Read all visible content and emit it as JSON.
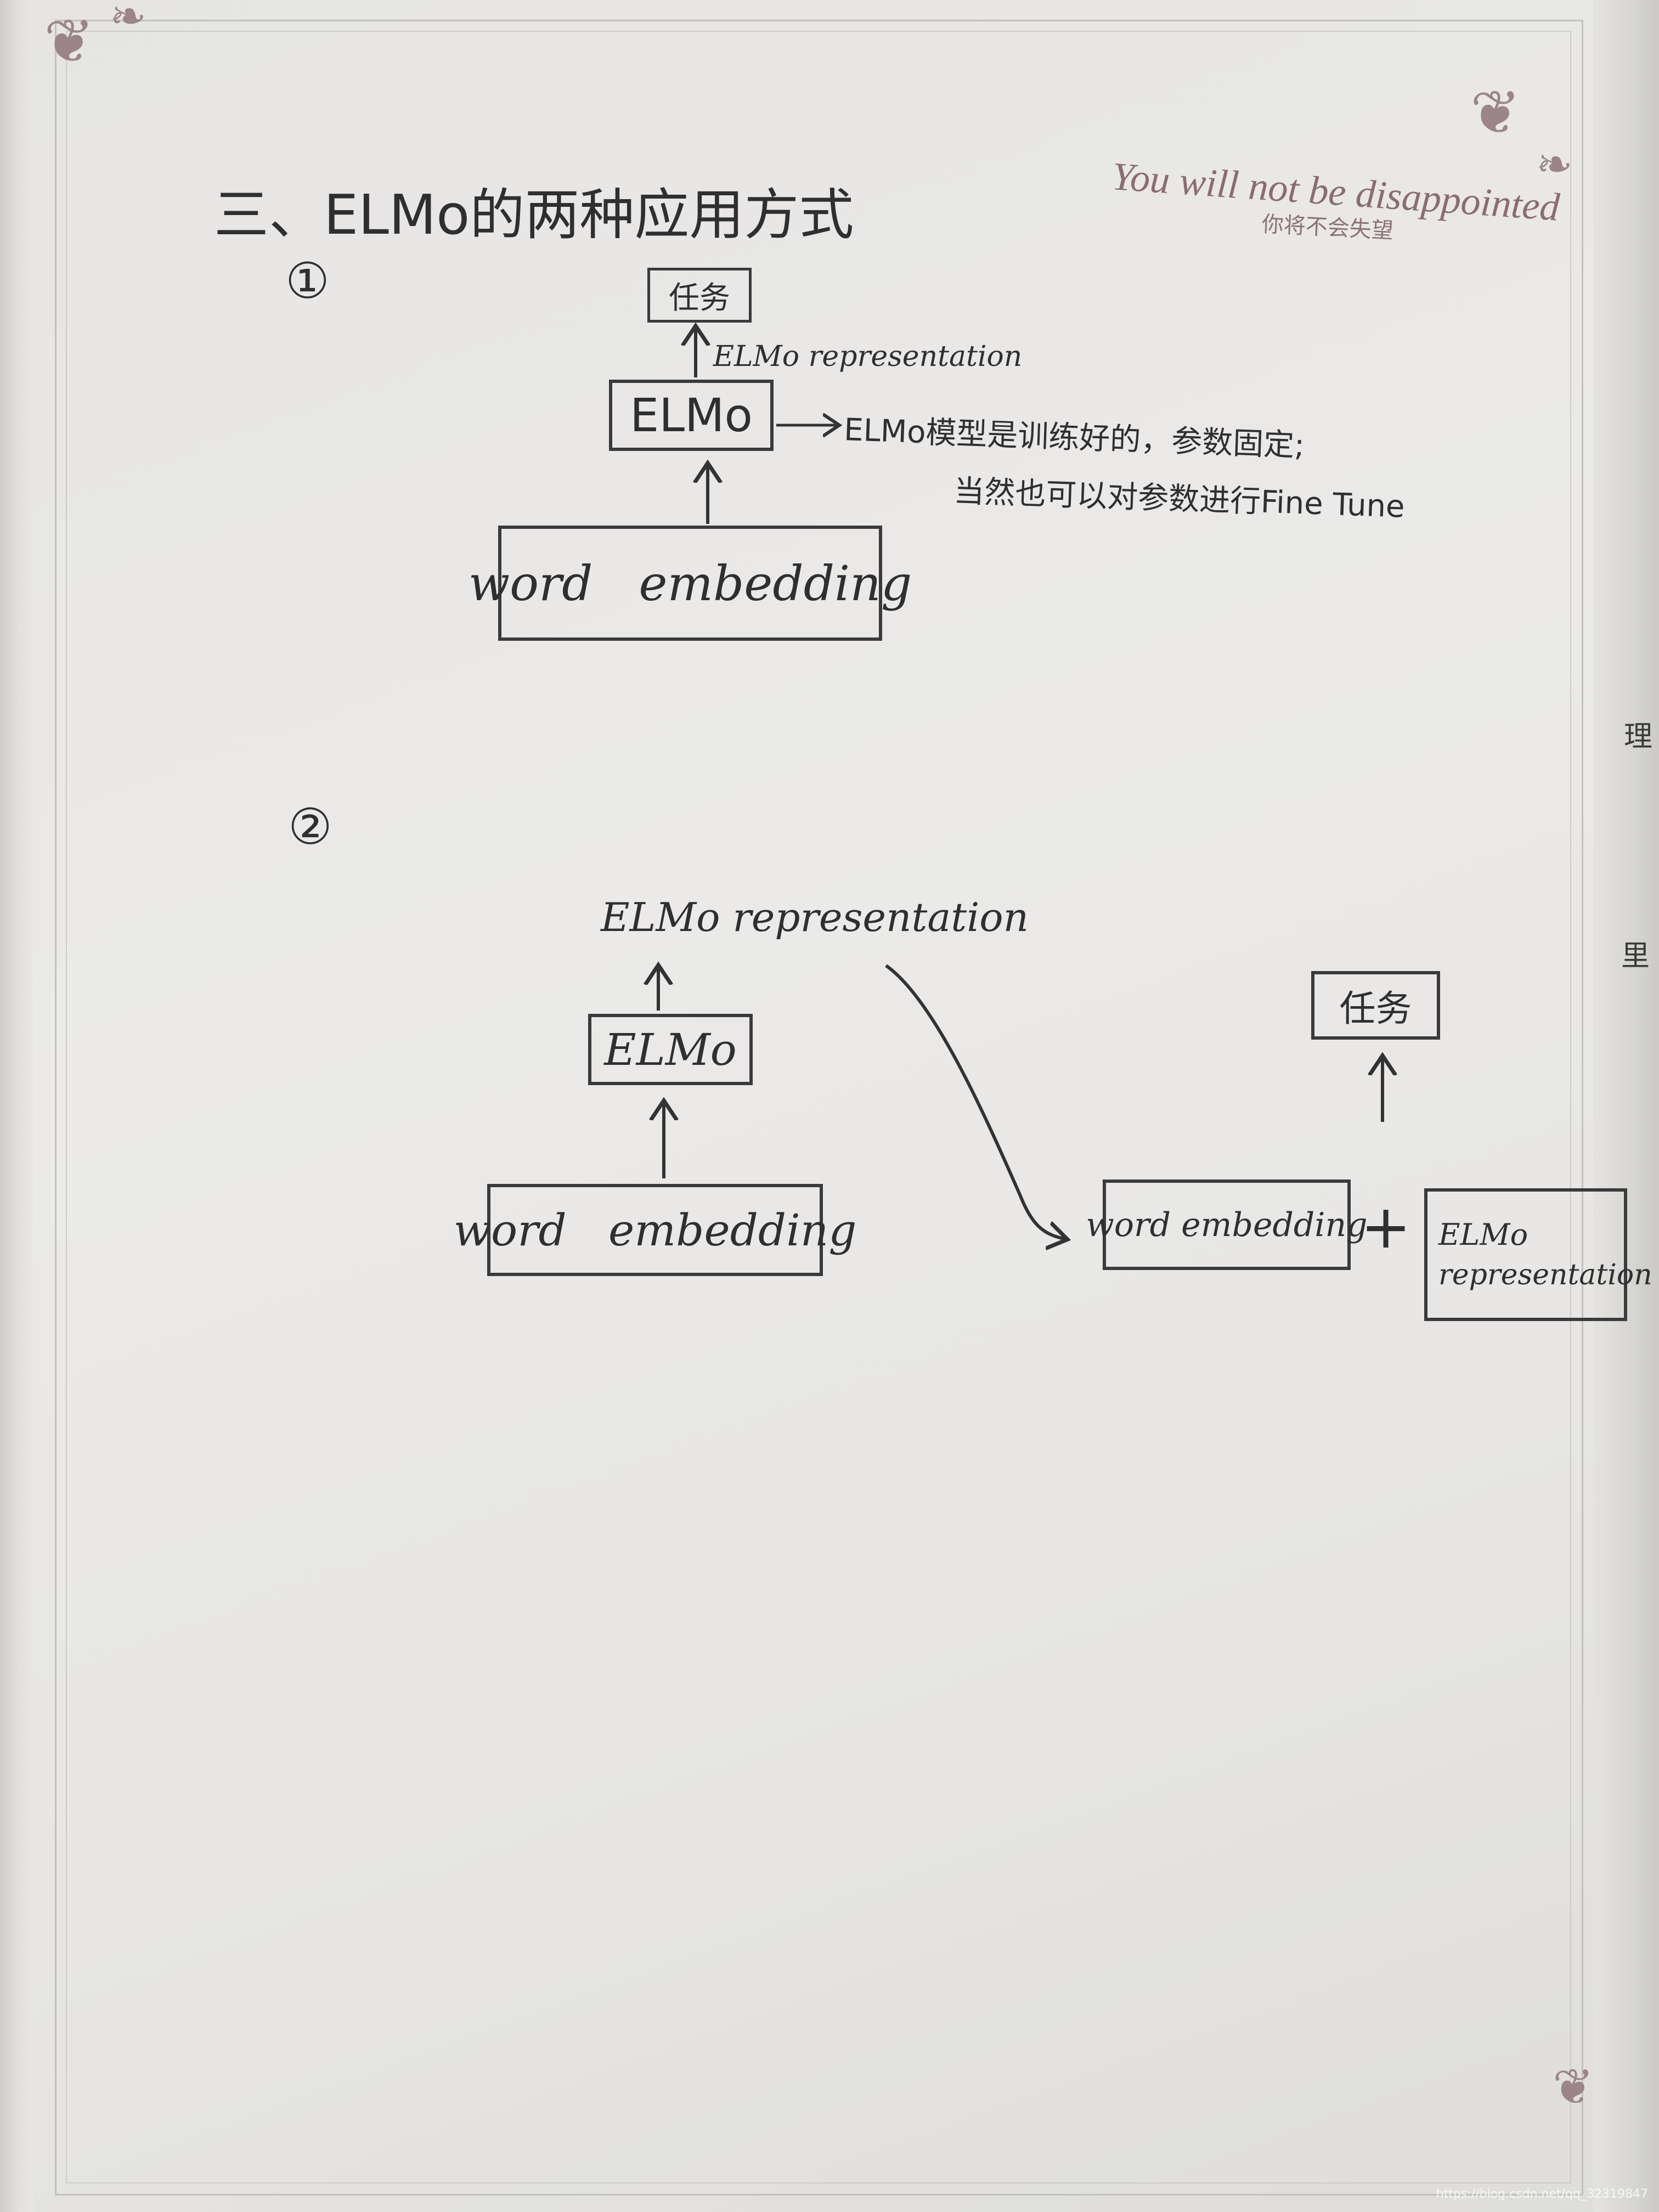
{
  "title": "三、ELMo的两种应用方式",
  "motto": {
    "english": "You will not be disappointed",
    "chinese": "你将不会失望"
  },
  "method1": {
    "marker": "①",
    "task_box": "任务",
    "elmo_box": "ELMo",
    "embedding_box": "word   embedding",
    "upper_label": "ELMo representation",
    "note_line1": "ELMo模型是训练好的，参数固定;",
    "note_line2": "当然也可以对参数进行Fine Tune"
  },
  "method2": {
    "marker": "②",
    "output_label": "ELMo representation",
    "elmo_box": "ELMo",
    "embedding_box": "word   embedding",
    "combined_embedding_box": "word embedding",
    "plus_sign": "+",
    "elmo_repr_box_line1": "ELMo",
    "elmo_repr_box_line2": "representation",
    "task_box": "任务"
  },
  "margin_chars": [
    "理",
    "里"
  ],
  "watermark": "https://blog.csdn.net/qq_32319847"
}
